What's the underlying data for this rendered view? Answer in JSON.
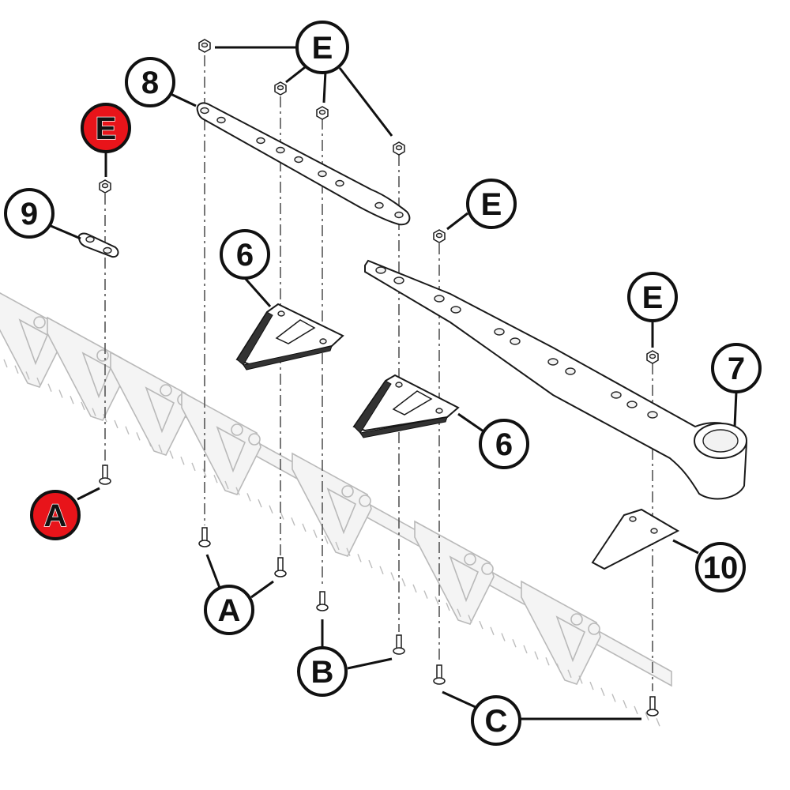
{
  "callouts": [
    {
      "id": "E-top",
      "text": "E",
      "style": "plain"
    },
    {
      "id": "8",
      "text": "8",
      "style": "plain"
    },
    {
      "id": "E-red",
      "text": "E",
      "style": "red"
    },
    {
      "id": "9",
      "text": "9",
      "style": "plain"
    },
    {
      "id": "6-upper",
      "text": "6",
      "style": "plain"
    },
    {
      "id": "E-mid",
      "text": "E",
      "style": "plain"
    },
    {
      "id": "E-right",
      "text": "E",
      "style": "plain"
    },
    {
      "id": "7",
      "text": "7",
      "style": "plain"
    },
    {
      "id": "6-lower",
      "text": "6",
      "style": "plain"
    },
    {
      "id": "A-red",
      "text": "A",
      "style": "red"
    },
    {
      "id": "10",
      "text": "10",
      "style": "plain"
    },
    {
      "id": "A-bottom",
      "text": "A",
      "style": "plain"
    },
    {
      "id": "B",
      "text": "B",
      "style": "plain"
    },
    {
      "id": "C",
      "text": "C",
      "style": "plain"
    }
  ],
  "colors": {
    "callout_red": "#e8141a",
    "callout_plain": "#ffffff",
    "ink": "#111111",
    "ghost": "#bdbdbd"
  }
}
